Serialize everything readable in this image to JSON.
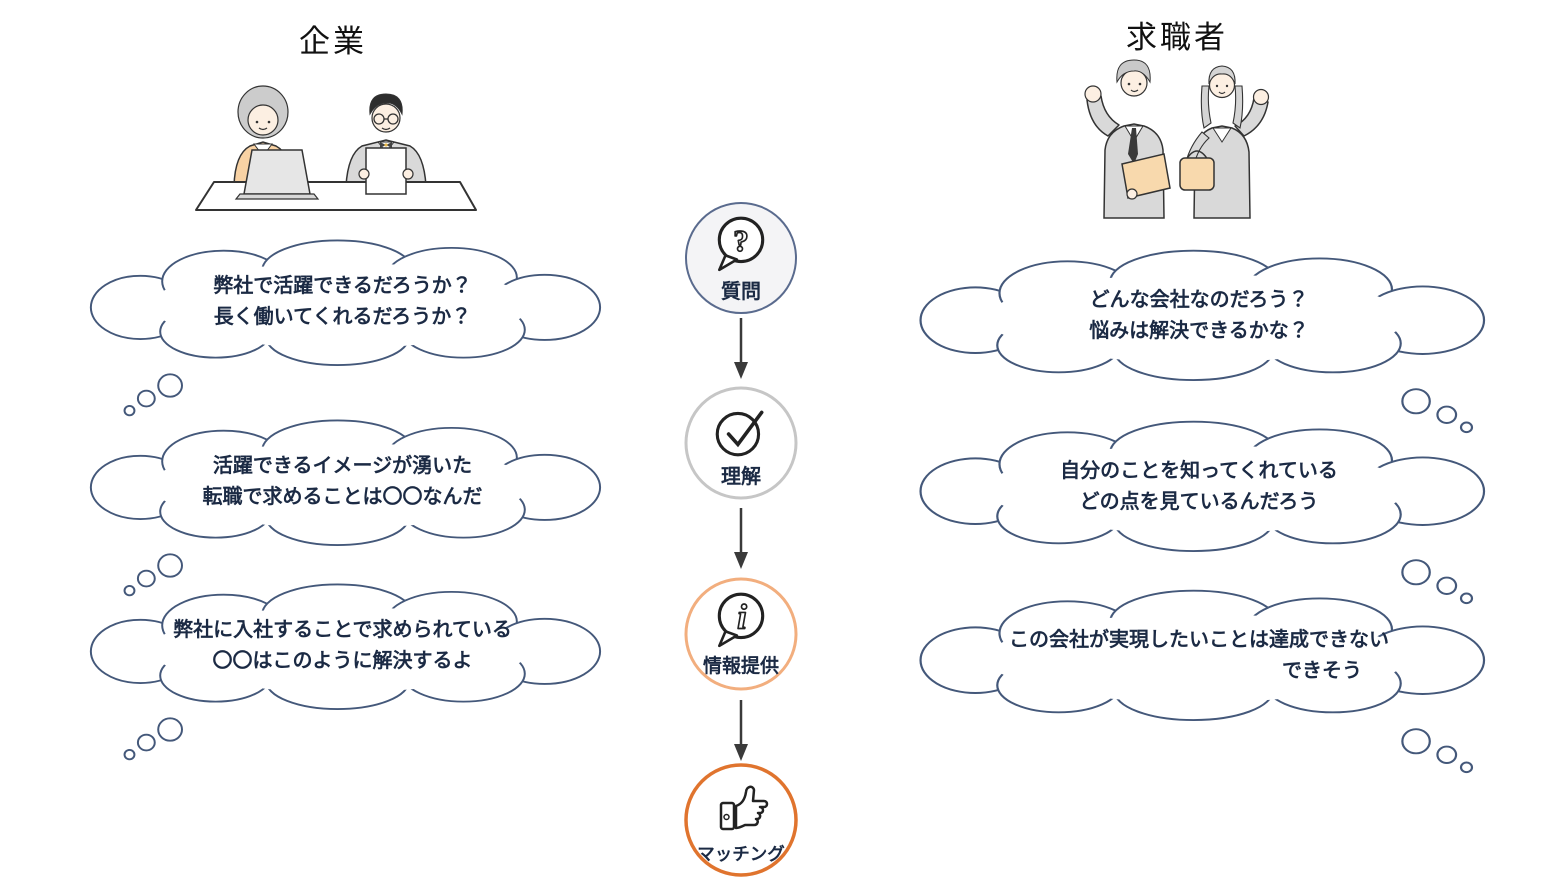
{
  "colors": {
    "background": "#ffffff",
    "cloud_outline": "#44587a",
    "bubble_text": "#1b2a44",
    "title_text": "#111111",
    "arrow": "#3a3a3a",
    "icon_stroke": "#222222"
  },
  "company": {
    "title": "企業",
    "illustration_alt": "two interviewers at a desk",
    "bubbles": [
      {
        "lines": [
          "弊社で活躍できるだろうか？",
          "長く働いてくれるだろうか？"
        ]
      },
      {
        "lines": [
          "活躍できるイメージが湧いた",
          "転職で求めることは〇〇なんだ"
        ]
      },
      {
        "lines": [
          "弊社に入社することで求められている",
          "〇〇はこのように解決するよ"
        ]
      }
    ]
  },
  "jobseeker": {
    "title": "求職者",
    "illustration_alt": "two job seekers",
    "bubbles": [
      {
        "lines": [
          "どんな会社なのだろう？",
          "悩みは解決できるかな？"
        ]
      },
      {
        "lines": [
          "自分のことを知ってくれている",
          "どの点を見ているんだろう"
        ]
      },
      {
        "lines": [
          "この会社が実現したいことは達成できない",
          "できそう"
        ]
      }
    ]
  },
  "flow": {
    "steps": [
      {
        "label": "質問",
        "icon": "question-bubble-icon",
        "ring": "#5a6b8e",
        "fill": "#f4f4f6"
      },
      {
        "label": "理解",
        "icon": "check-circle-icon",
        "ring": "#c6c6c6",
        "fill": "#ffffff"
      },
      {
        "label": "情報提供",
        "icon": "info-bubble-icon",
        "ring": "#f2ae7e",
        "fill": "#ffffff"
      },
      {
        "label": "マッチング",
        "icon": "thumbs-up-icon",
        "ring": "#e0742e",
        "fill": "#ffffff"
      }
    ]
  }
}
